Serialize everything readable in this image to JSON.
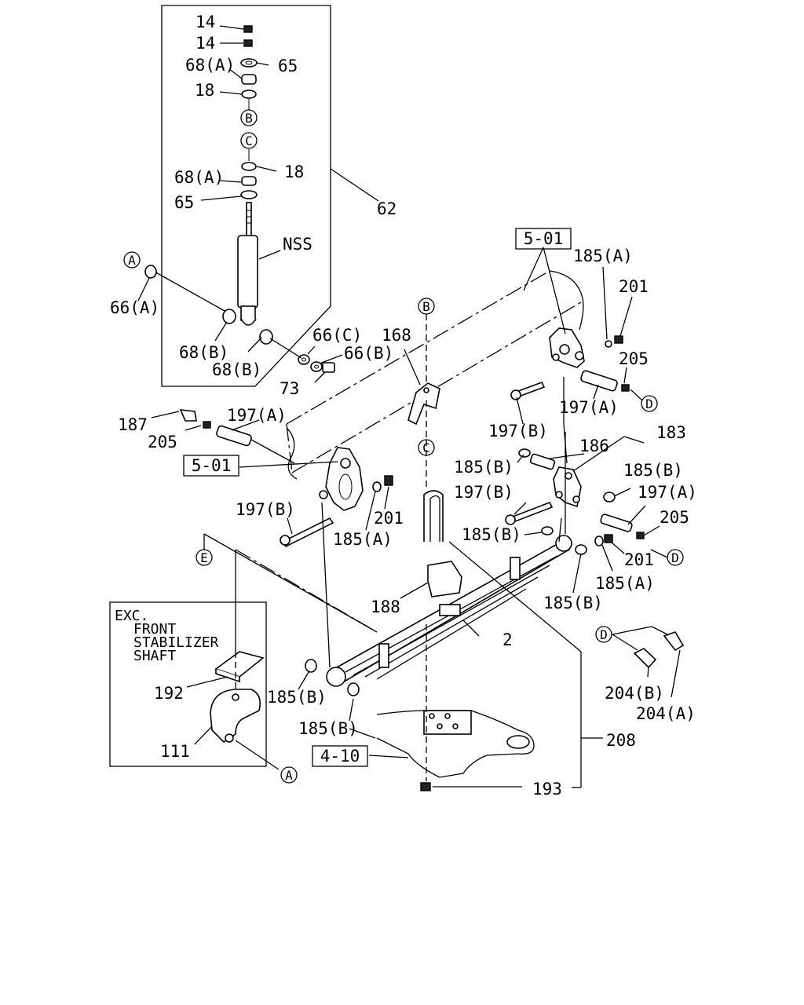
{
  "labels": {
    "p14a": "14",
    "p14b": "14",
    "p68a_top": "68(A)",
    "p65_top": "65",
    "p18_top": "18",
    "p18_mid": "18",
    "p68a_mid": "68(A)",
    "p65_mid": "65",
    "p62": "62",
    "nss": "NSS",
    "p66a": "66(A)",
    "p68b_1": "68(B)",
    "p68b_2": "68(B)",
    "p66c": "66(C)",
    "p66b": "66(B)",
    "p73": "73",
    "p168": "168",
    "p187": "187",
    "p197a_left": "197(A)",
    "p205_left": "205",
    "p197b_left": "197(B)",
    "p201_left": "201",
    "p185a_left": "185(A)",
    "p185a_top": "185(A)",
    "p201_top": "201",
    "p205_top": "205",
    "p197a_top": "197(A)",
    "p197b_top": "197(B)",
    "p183": "183",
    "p186": "186",
    "p185b_1": "185(B)",
    "p185b_2": "185(B)",
    "p197b_mid": "197(B)",
    "p197a_right": "197(A)",
    "p185b_3": "185(B)",
    "p205_right": "205",
    "p201_right": "201",
    "p185a_right": "185(A)",
    "p185b_4": "185(B)",
    "p188": "188",
    "p2": "2",
    "p185b_5": "185(B)",
    "p185b_6": "185(B)",
    "p204b": "204(B)",
    "p204a": "204(A)",
    "p208": "208",
    "p193": "193",
    "p192": "192",
    "p111": "111"
  },
  "refs": {
    "ref_501_top": "5-01",
    "ref_501_left": "5-01",
    "ref_410": "4-10"
  },
  "callouts": {
    "A": "A",
    "B": "B",
    "C": "C",
    "D": "D",
    "E": "E"
  },
  "inset_note": {
    "line1": "EXC.",
    "line2": "FRONT",
    "line3": "STABILIZER",
    "line4": "SHAFT"
  }
}
